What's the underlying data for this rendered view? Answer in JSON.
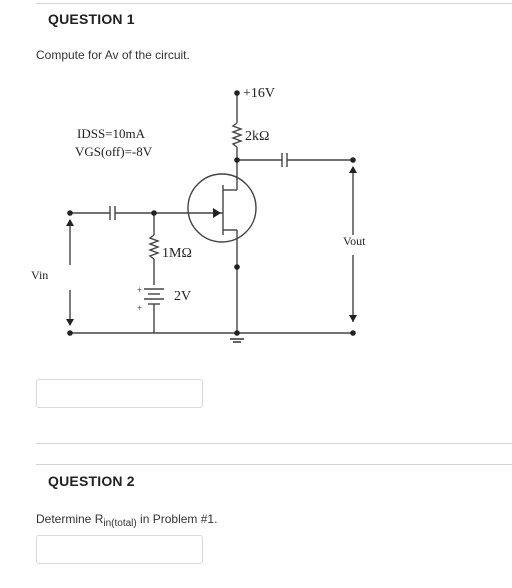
{
  "q1": {
    "title": "QUESTION 1",
    "prompt": "Compute for Av of the circuit.",
    "answer_value": ""
  },
  "circuit": {
    "vdd": "+16V",
    "rd": "2kΩ",
    "idss": "IDSS=10mA",
    "vgs_off": "VGS(off)=-8V",
    "rg": "1MΩ",
    "vgg": "2V",
    "vin": "Vin",
    "vout": "Vout"
  },
  "q2": {
    "title": "QUESTION 2",
    "prompt_prefix": "Determine R",
    "prompt_sub": "in(total)",
    "prompt_suffix": " in Problem #1.",
    "answer_value": ""
  }
}
